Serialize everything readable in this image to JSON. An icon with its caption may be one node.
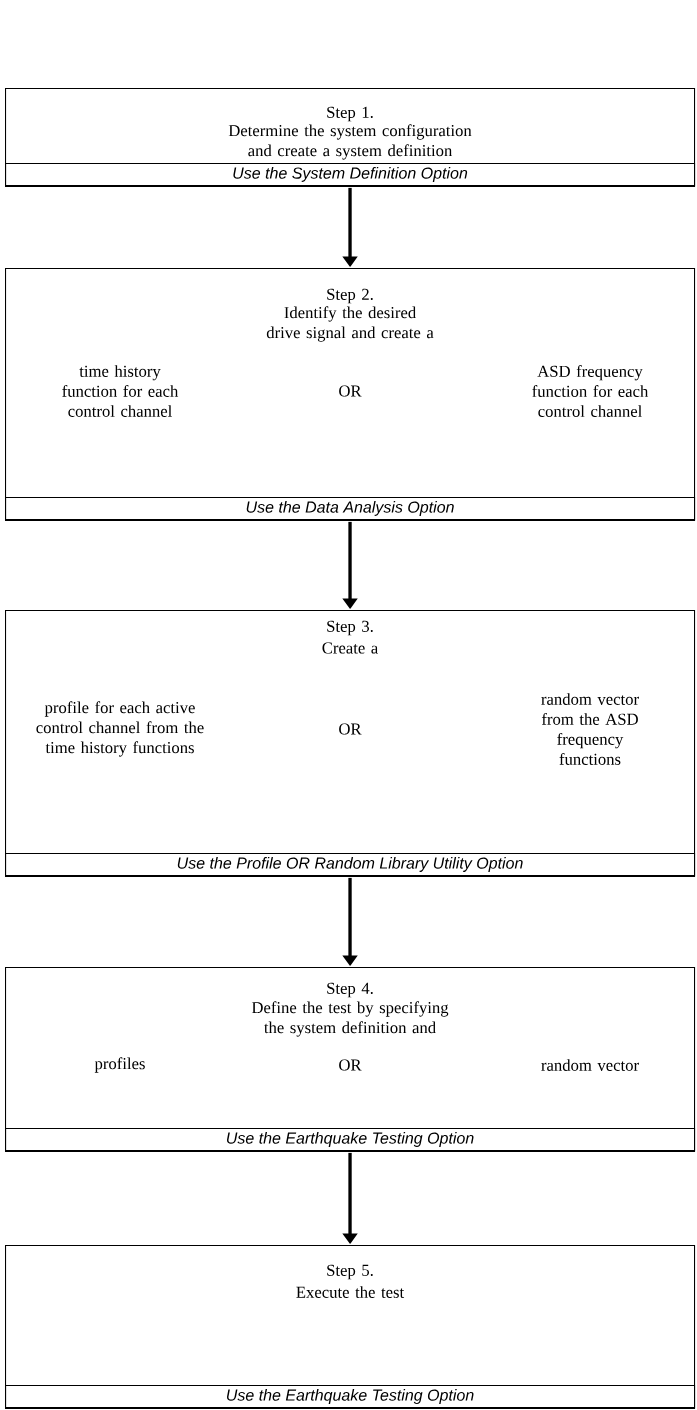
{
  "diagram": {
    "nodes": [
      {
        "text": [
          "Step 1.",
          "Determine the system configuration and create a system definition"
        ]
      },
      {
        "text": [
          "Use the System Definition Option"
        ],
        "in": 0
      },
      {
        "text": [
          "Step 2.",
          "Identify the desired drive signal and create a",
          "time history function for each control channel",
          "OR",
          "ASD frequency function for each control channel"
        ]
      },
      {
        "text": [
          "Use the Data Analysis Option"
        ],
        "in": 2
      },
      {
        "text": [
          "Step 3.",
          "Create a",
          "profile for each active control channel from the time history functions",
          "OR",
          "random vector from the ASD frequency functions"
        ]
      },
      {
        "text": [
          "Use the Profile OR Random Library Utility Option"
        ],
        "in": 4
      },
      {
        "text": [
          "Step 4.",
          "Define the test by specifying the system definition and",
          "profiles",
          "OR",
          "random vector"
        ]
      },
      {
        "text": [
          "Use the Earthquake Testing Option"
        ],
        "in": 6
      },
      {
        "text": [
          "Step 5.",
          "Execute the test"
        ]
      },
      {
        "text": [
          "Use the Earthquake Testing Option"
        ],
        "in": 8
      }
    ],
    "edges": [
      {
        "from": 0,
        "to": 2,
        "arrow": "to"
      },
      {
        "from": 2,
        "to": 4,
        "arrow": "to"
      },
      {
        "from": 4,
        "to": 6,
        "arrow": "to"
      },
      {
        "from": 6,
        "to": 8,
        "arrow": "to"
      }
    ]
  }
}
